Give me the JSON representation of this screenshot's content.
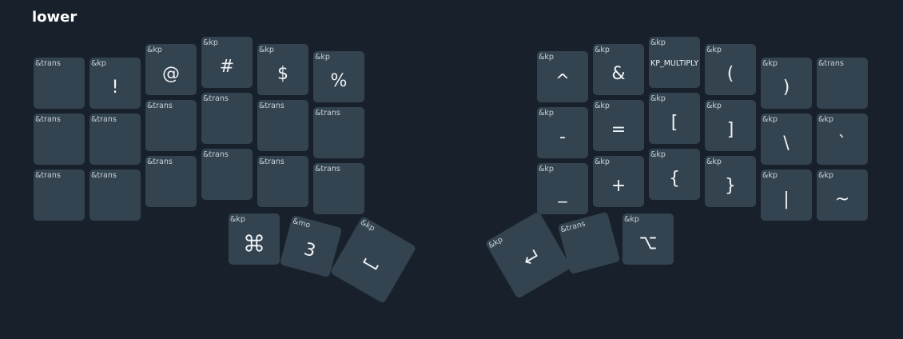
{
  "layer": {
    "name": "lower"
  },
  "keys": [
    {
      "id": "L0",
      "hold": "&trans",
      "tap": ""
    },
    {
      "id": "L1",
      "hold": "&kp",
      "tap": "!"
    },
    {
      "id": "L2",
      "hold": "&kp",
      "tap": "@"
    },
    {
      "id": "L3",
      "hold": "&kp",
      "tap": "#"
    },
    {
      "id": "L4",
      "hold": "&kp",
      "tap": "$"
    },
    {
      "id": "L5",
      "hold": "&kp",
      "tap": "%"
    },
    {
      "id": "R0",
      "hold": "&kp",
      "tap": "^"
    },
    {
      "id": "R1",
      "hold": "&kp",
      "tap": "&"
    },
    {
      "id": "R2",
      "hold": "&kp",
      "tap": "KP_MULTIPLY"
    },
    {
      "id": "R3",
      "hold": "&kp",
      "tap": "("
    },
    {
      "id": "R4",
      "hold": "&kp",
      "tap": ")"
    },
    {
      "id": "R5",
      "hold": "&trans",
      "tap": ""
    },
    {
      "id": "L6",
      "hold": "&trans",
      "tap": ""
    },
    {
      "id": "L7",
      "hold": "&trans",
      "tap": ""
    },
    {
      "id": "L8",
      "hold": "&trans",
      "tap": ""
    },
    {
      "id": "L9",
      "hold": "&trans",
      "tap": ""
    },
    {
      "id": "L10",
      "hold": "&trans",
      "tap": ""
    },
    {
      "id": "L11",
      "hold": "&trans",
      "tap": ""
    },
    {
      "id": "R6",
      "hold": "&kp",
      "tap": "-"
    },
    {
      "id": "R7",
      "hold": "&kp",
      "tap": "="
    },
    {
      "id": "R8",
      "hold": "&kp",
      "tap": "["
    },
    {
      "id": "R9",
      "hold": "&kp",
      "tap": "]"
    },
    {
      "id": "R10",
      "hold": "&kp",
      "tap": "\\"
    },
    {
      "id": "R11",
      "hold": "&kp",
      "tap": "`"
    },
    {
      "id": "L12",
      "hold": "&trans",
      "tap": ""
    },
    {
      "id": "L13",
      "hold": "&trans",
      "tap": ""
    },
    {
      "id": "L14",
      "hold": "&trans",
      "tap": ""
    },
    {
      "id": "L15",
      "hold": "&trans",
      "tap": ""
    },
    {
      "id": "L16",
      "hold": "&trans",
      "tap": ""
    },
    {
      "id": "L17",
      "hold": "&trans",
      "tap": ""
    },
    {
      "id": "R12",
      "hold": "&kp",
      "tap": "_"
    },
    {
      "id": "R13",
      "hold": "&kp",
      "tap": "+"
    },
    {
      "id": "R14",
      "hold": "&kp",
      "tap": "{"
    },
    {
      "id": "R15",
      "hold": "&kp",
      "tap": "}"
    },
    {
      "id": "R16",
      "hold": "&kp",
      "tap": "|"
    },
    {
      "id": "R17",
      "hold": "&kp",
      "tap": "~"
    },
    {
      "id": "T0",
      "hold": "&kp",
      "tap": "⌘",
      "icon": "command-icon"
    },
    {
      "id": "T1",
      "hold": "&mo",
      "tap": "3"
    },
    {
      "id": "T2",
      "hold": "&kp",
      "tap": "",
      "icon": "space-icon"
    },
    {
      "id": "T3",
      "hold": "&kp",
      "tap": "",
      "icon": "return-icon"
    },
    {
      "id": "T4",
      "hold": "&trans",
      "tap": ""
    },
    {
      "id": "T5",
      "hold": "&kp",
      "tap": "⌥",
      "icon": "option-icon"
    }
  ]
}
